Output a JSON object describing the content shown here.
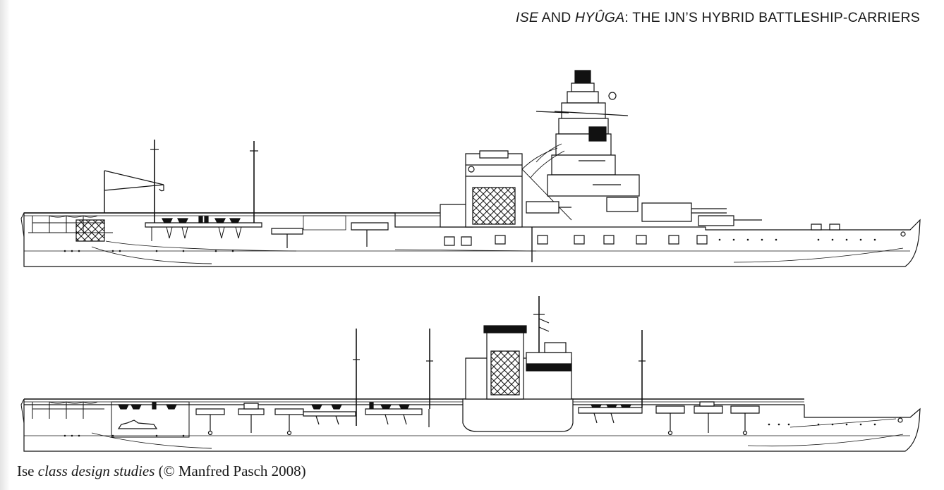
{
  "header": {
    "ship1": "ISE",
    "and_word": " AND ",
    "ship2": "HYÛGA",
    "rest": ": THE IJN’S HYBRID BATTLESHIP-CARRIERS"
  },
  "figures": [
    {
      "id": "design-study-1"
    },
    {
      "id": "design-study-2"
    }
  ],
  "caption": {
    "lead": "Ise",
    "italic": " class design studies",
    "tail": " (© Manfred Pasch 2008)"
  }
}
